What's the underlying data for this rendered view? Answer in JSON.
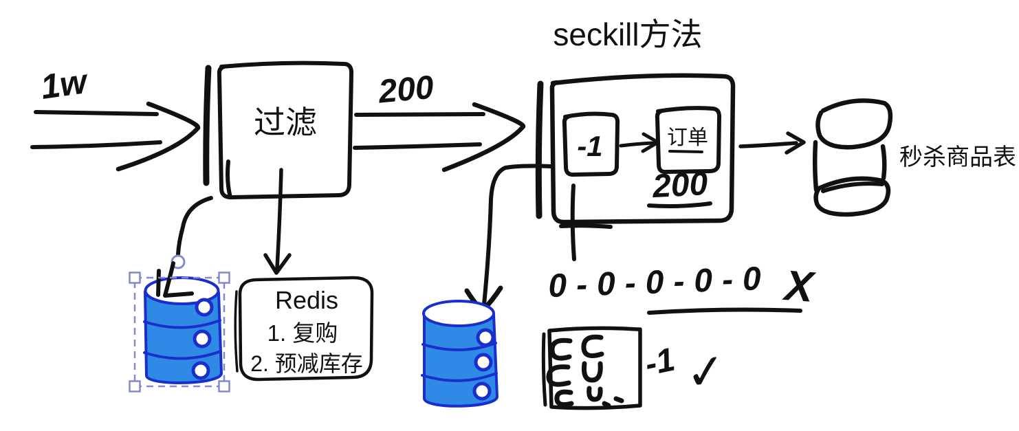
{
  "canvas": {
    "background": "#ffffff"
  },
  "colors": {
    "ink": "#111111",
    "database_fill": "#2f8ae5",
    "database_stroke": "#1a2ecc",
    "selection_accent": "#8288d2"
  },
  "flow": {
    "incoming_label": "1w",
    "filter_label": "过滤",
    "filtered_label": "200",
    "seckill_title": "seckill方法",
    "decrement_label": "-1",
    "order_label": "订单",
    "order_count_label": "200",
    "table_label": "秒杀商品表"
  },
  "redis_note": {
    "title": "Redis",
    "items": [
      "1. 复购",
      "2. 预减库存"
    ]
  },
  "annotations": {
    "zero_chain": "0-0-0-0-0",
    "zero_chain_cross": "X",
    "batch_minus_one": "-1",
    "batch_check": "✓"
  },
  "icons": {
    "left_database": "database-cylinder",
    "middle_database": "database-cylinder",
    "product_table": "table-cylinder",
    "batch_scribbles": "c-scribbles"
  }
}
